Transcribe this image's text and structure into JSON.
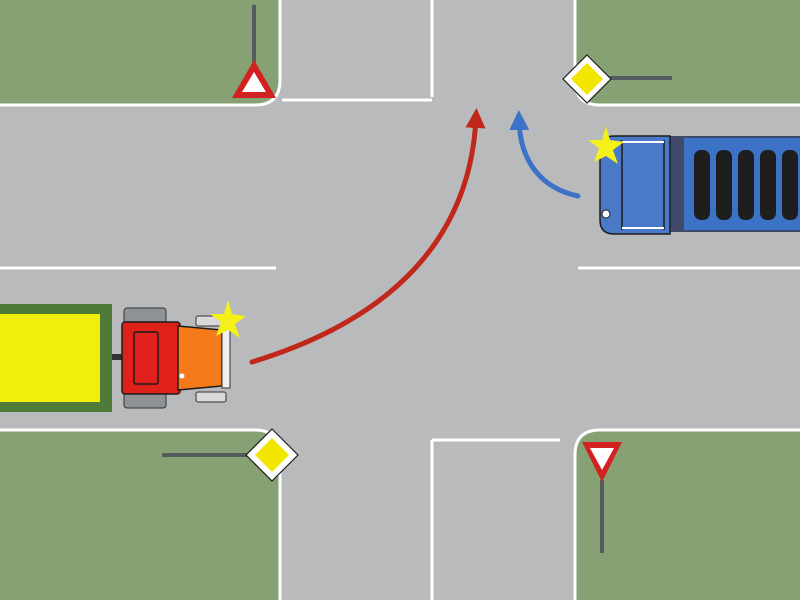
{
  "scene": {
    "type": "intersection-right-of-way-diagram",
    "colors": {
      "grass": "#86a173",
      "road": "#b9babc",
      "marking": "#ffffff",
      "priority_sign_fill": "#f2e500",
      "yield_sign_border": "#d32020",
      "red_path": "#c0281c",
      "blue_path": "#3d73c6",
      "truck_cab": "#4a79c7",
      "tractor_body": "#e0201a",
      "tractor_hood": "#f47a1a",
      "trailer_cargo": "#f2ee0c",
      "trailer_frame": "#4f7a3a",
      "turn_signal": "#f5ef1a"
    },
    "signs": [
      {
        "kind": "yield",
        "corner": "top-left"
      },
      {
        "kind": "priority-road",
        "corner": "top-right"
      },
      {
        "kind": "priority-road",
        "corner": "bottom-left"
      },
      {
        "kind": "yield",
        "corner": "bottom-right"
      }
    ],
    "vehicles": [
      {
        "kind": "tractor-with-trailer",
        "color": "red",
        "approach": "west",
        "maneuver": "left-turn",
        "turn_signal": "left"
      },
      {
        "kind": "truck",
        "color": "blue",
        "approach": "east",
        "maneuver": "right-turn",
        "turn_signal": "right"
      }
    ],
    "paths": [
      {
        "vehicle": "tractor-with-trailer",
        "color": "red"
      },
      {
        "vehicle": "truck",
        "color": "blue"
      }
    ]
  }
}
